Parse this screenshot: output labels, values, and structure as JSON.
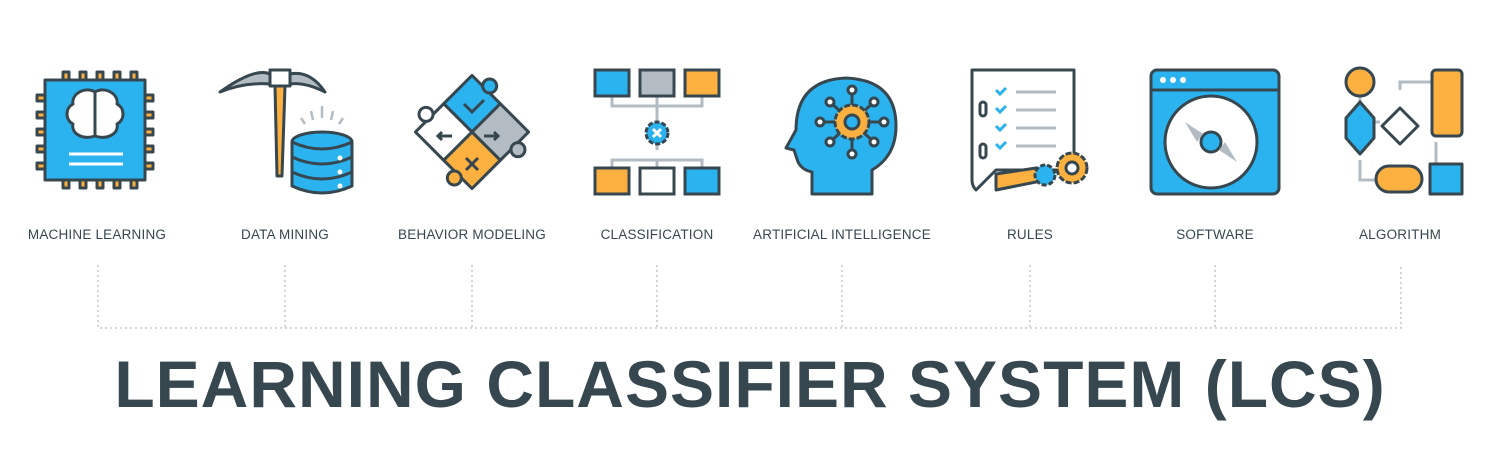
{
  "items": [
    {
      "label": "MACHINE LEARNING",
      "icon": "chip-brain-icon"
    },
    {
      "label": "DATA MINING",
      "icon": "pickaxe-database-icon"
    },
    {
      "label": "BEHAVIOR MODELING",
      "icon": "puzzle-icon"
    },
    {
      "label": "CLASSIFICATION",
      "icon": "hierarchy-gear-icon"
    },
    {
      "label": "ARTIFICIAL INTELLIGENCE",
      "icon": "head-gear-icon"
    },
    {
      "label": "RULES",
      "icon": "checklist-gears-icon"
    },
    {
      "label": "SOFTWARE",
      "icon": "disc-window-icon"
    },
    {
      "label": "ALGORITHM",
      "icon": "flowchart-icon"
    }
  ],
  "title": "LEARNING CLASSIFIER SYSTEM (LCS)",
  "colors": {
    "blue": "#2bb3ef",
    "orange": "#fbb040",
    "gray": "#b3bcc2",
    "dark": "#37474f"
  }
}
